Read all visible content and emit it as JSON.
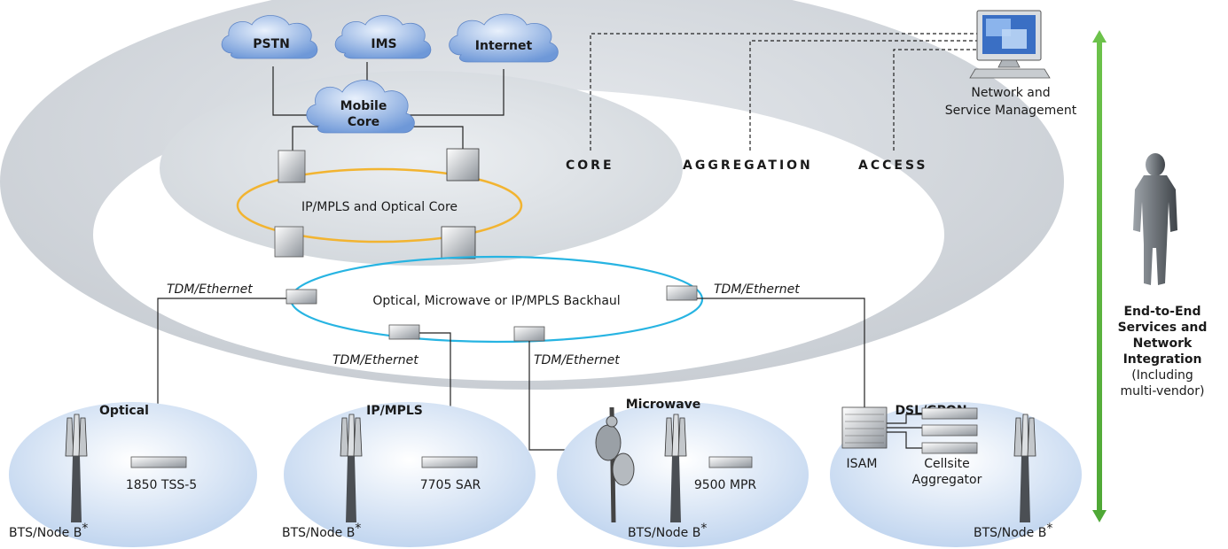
{
  "clouds": {
    "pstn": "PSTN",
    "ims": "IMS",
    "internet": "Internet",
    "mobile_core_1": "Mobile",
    "mobile_core_2": "Core"
  },
  "layers": {
    "core": "CORE",
    "aggregation": "AGGREGATION",
    "access": "ACCESS"
  },
  "rings": {
    "core_ring": "IP/MPLS and Optical Core",
    "backhaul_ring": "Optical, Microwave or IP/MPLS Backhaul"
  },
  "links": {
    "left": "TDM/Ethernet",
    "right": "TDM/Ethernet",
    "center_left": "TDM/Ethernet",
    "center_right": "TDM/Ethernet"
  },
  "management": {
    "line1": "Network and",
    "line2": "Service Management"
  },
  "sites": [
    {
      "title": "Optical",
      "device": "1850 TSS-5",
      "bts": "BTS/Node B",
      "mark": "*"
    },
    {
      "title": "IP/MPLS",
      "device": "7705 SAR",
      "bts": "BTS/Node B",
      "mark": "*"
    },
    {
      "title": "Microwave",
      "device": "9500 MPR",
      "bts": "BTS/Node B",
      "mark": "*"
    },
    {
      "title": "DSL/GPON",
      "device": "ISAM",
      "device2_line1": "Cellsite",
      "device2_line2": "Aggregator",
      "bts": "BTS/Node B",
      "mark": "*"
    }
  ],
  "services": {
    "l1": "End-to-End",
    "l2": "Services and",
    "l3": "Network",
    "l4": "Integration",
    "l5": "(Including",
    "l6": "multi-vendor)"
  },
  "colors": {
    "core_ring": "#f2b431",
    "backhaul_ring": "#27b4e2",
    "arrow": "#6cc24a",
    "cloud": "#8fb3e6"
  }
}
